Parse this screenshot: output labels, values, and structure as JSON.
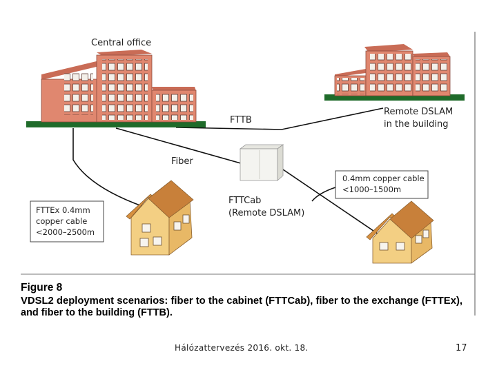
{
  "figure": {
    "labels": {
      "central_office": "Central office",
      "fttb": "FTTB",
      "remote_dslam_1": "Remote DSLAM",
      "remote_dslam_2": "in the building",
      "fiber": "Fiber",
      "fttcab_1": "FTTCab",
      "fttcab_2": "(Remote DSLAM)",
      "copper_cab_1": "0.4mm copper cable",
      "copper_cab_2": "<1000–1500m",
      "fttex_1": "FTTEx 0.4mm",
      "fttex_2": "copper cable",
      "fttex_3": "<2000–2500m"
    },
    "caption": {
      "title": "Figure 8",
      "line1": "VDSL2 deployment scenarios: fiber to the cabinet (FTTCab), fiber to the exchange (FTTEx),",
      "line2": "and fiber to the building (FTTB)."
    },
    "colors": {
      "building_front": "#e0876f",
      "building_top": "#c96c56",
      "ground": "#1f6b2a",
      "house_wall": "#f3cf83",
      "house_roof": "#d7903f",
      "cable": "#111111",
      "cabinet": "#f4f4f0"
    }
  },
  "footer": {
    "title": "Hálózattervezés 2016. okt. 18.",
    "page": "17"
  }
}
